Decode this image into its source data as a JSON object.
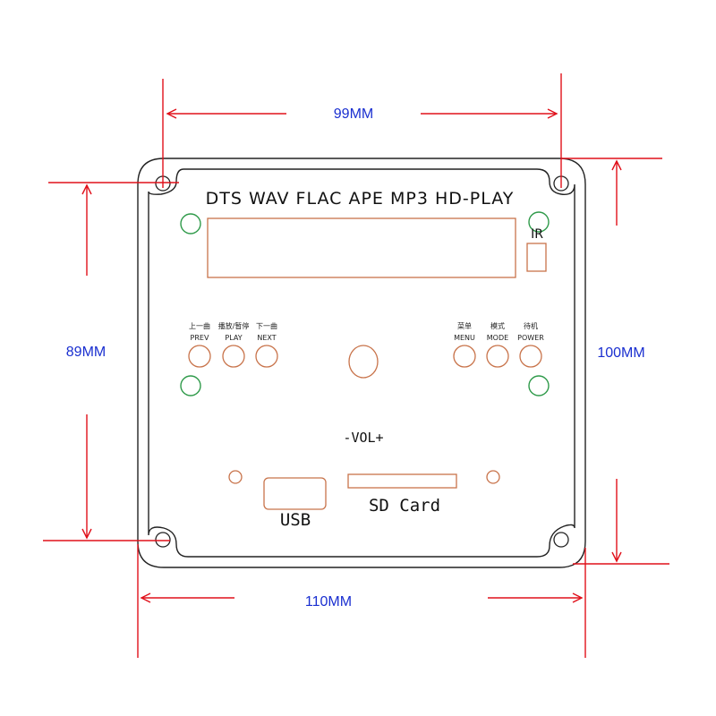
{
  "panel": {
    "title": "DTS WAV FLAC APE MP3 HD-PLAY",
    "ir_label": "IR",
    "vol_label": "-VOL+",
    "usb_label": "USB",
    "sd_label": "SD Card",
    "buttons_left": [
      {
        "cn": "上一曲",
        "en": "PREV"
      },
      {
        "cn": "播放/暂停",
        "en": "PLAY"
      },
      {
        "cn": "下一曲",
        "en": "NEXT"
      }
    ],
    "buttons_right": [
      {
        "cn": "菜单",
        "en": "MENU"
      },
      {
        "cn": "模式",
        "en": "MODE"
      },
      {
        "cn": "待机",
        "en": "POWER"
      }
    ]
  },
  "dimensions": {
    "top_width": "99MM",
    "left_height": "89MM",
    "right_height": "100MM",
    "bottom_width": "110MM"
  },
  "colors": {
    "dimension_line": "#e0101a",
    "dimension_text": "#1a2fd0",
    "outline": "#222222",
    "cutout": "#c8734a",
    "led": "#2f9a4a"
  }
}
